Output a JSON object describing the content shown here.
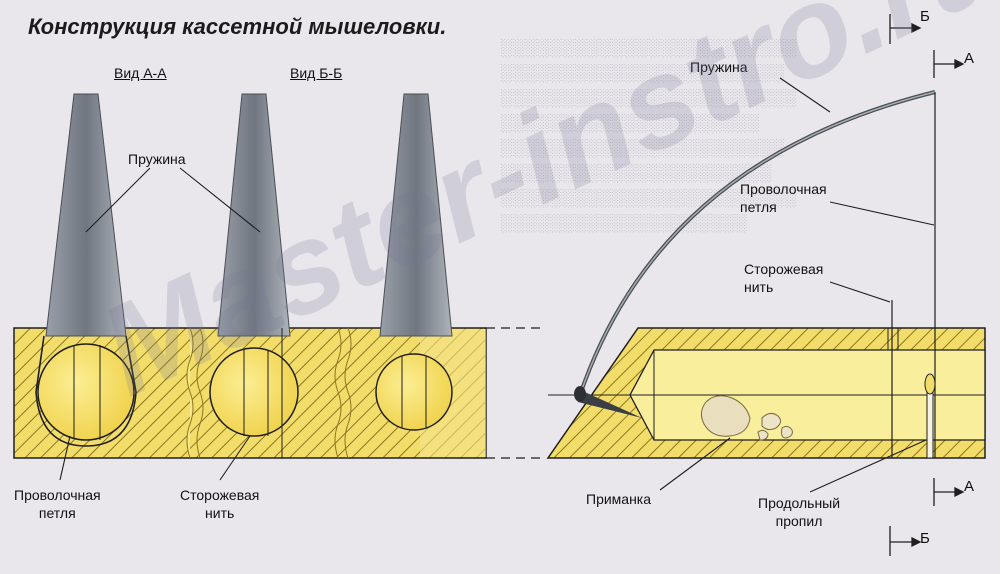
{
  "title": "Конструкция кассетной мышеловки.",
  "view_aa": "Вид А-А",
  "view_bb": "Вид Б-Б",
  "left_labels": {
    "spring": "Пружина",
    "wire_loop_1": "Проволочная",
    "wire_loop_2": "петля",
    "guard_thread_1": "Сторожевая",
    "guard_thread_2": "нить"
  },
  "right_labels": {
    "spring": "Пружина",
    "wire_loop_1": "Проволочная",
    "wire_loop_2": "петля",
    "guard_thread_1": "Сторожевая",
    "guard_thread_2": "нить",
    "bait": "Приманка",
    "cut_1": "Продольный",
    "cut_2": "пропил"
  },
  "section_marks": {
    "a_top": "А",
    "a_bottom": "А",
    "b_top": "Б",
    "b_bottom": "Б"
  },
  "watermark": "Master-instro.ru",
  "colors": {
    "wood": "#f3dd6a",
    "wood_light": "#f8ee9c",
    "hatch": "#8a7620",
    "spring_metal": "#6f7680",
    "line": "#1f1f1f"
  }
}
